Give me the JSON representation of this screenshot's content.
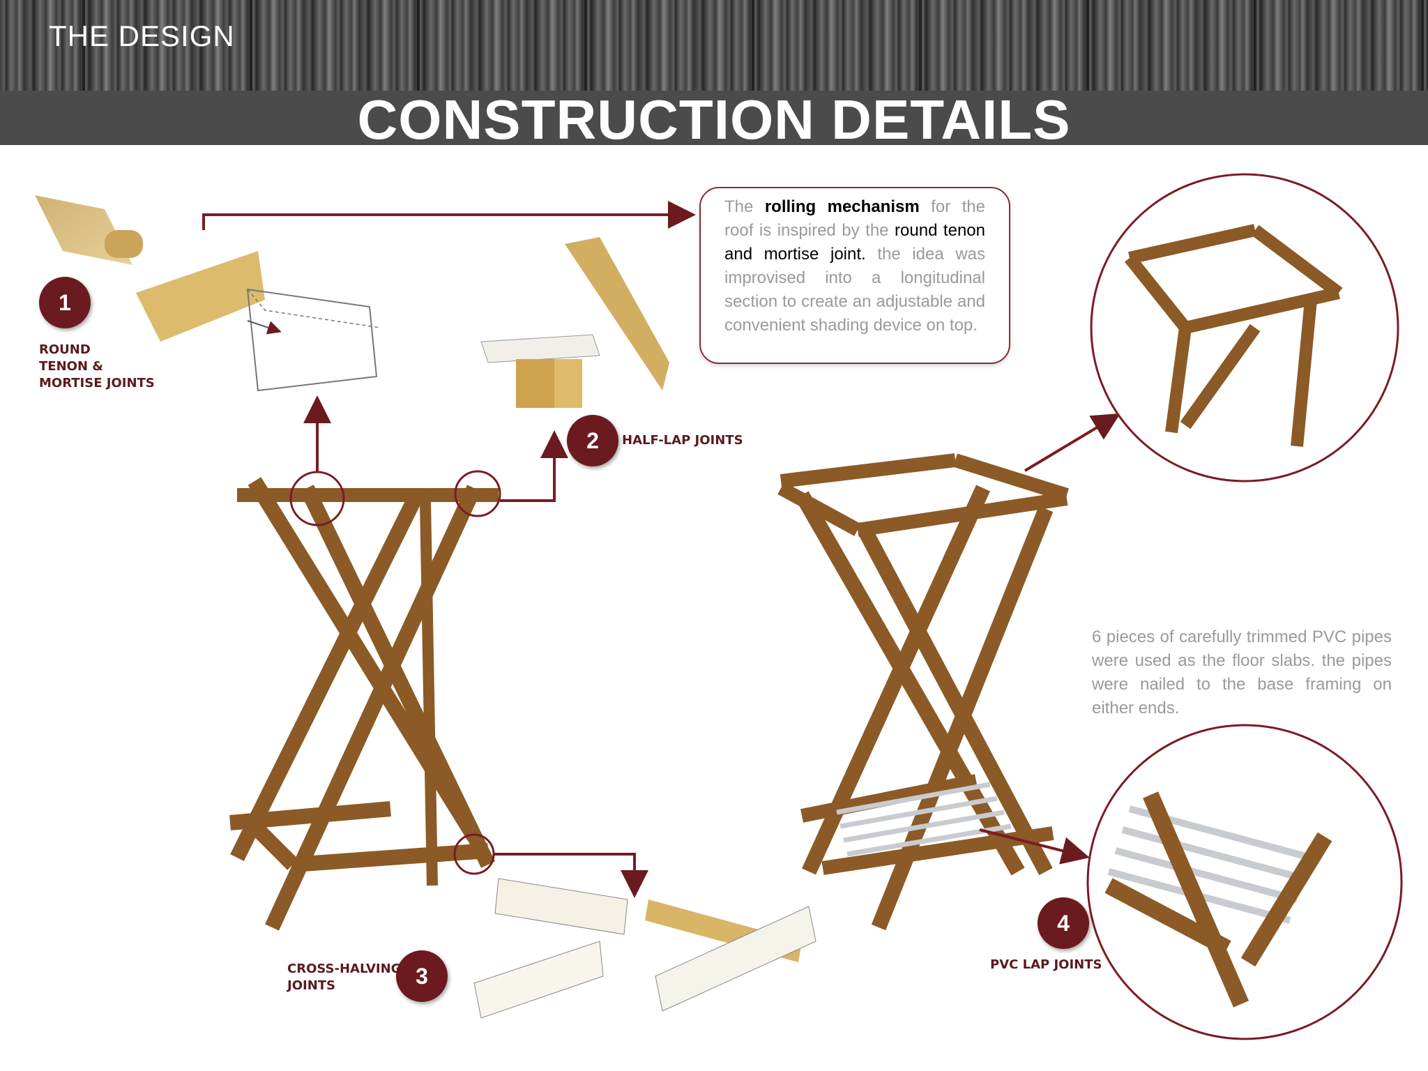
{
  "header": {
    "section": "THE DESIGN",
    "title": "CONSTRUCTION DETAILS"
  },
  "callout": {
    "t1": "The ",
    "t2": "rolling mechanism",
    "t3": " for the roof is inspired by the ",
    "t4": "round tenon and mortise joint.",
    "t5": " the idea was improvised into a longitudinal section  to create an adjustable and convenient shading device on top."
  },
  "note": {
    "text": "6 pieces of carefully trimmed PVC pipes were used as the floor slabs. the pipes were nailed to the base framing on either ends."
  },
  "joints": [
    {
      "number": "1",
      "label_lines": [
        "ROUND",
        "TENON &",
        "MORTISE JOINTS"
      ]
    },
    {
      "number": "2",
      "label": "HALF-LAP JOINTS"
    },
    {
      "number": "3",
      "label_lines": [
        "CROSS-HALVING",
        "JOINTS"
      ]
    },
    {
      "number": "4",
      "label": "PVC LAP JOINTS"
    }
  ],
  "colors": {
    "accent": "#6b1a1f",
    "wood": "#8b5a26",
    "header_band": "#4b4b4b"
  }
}
